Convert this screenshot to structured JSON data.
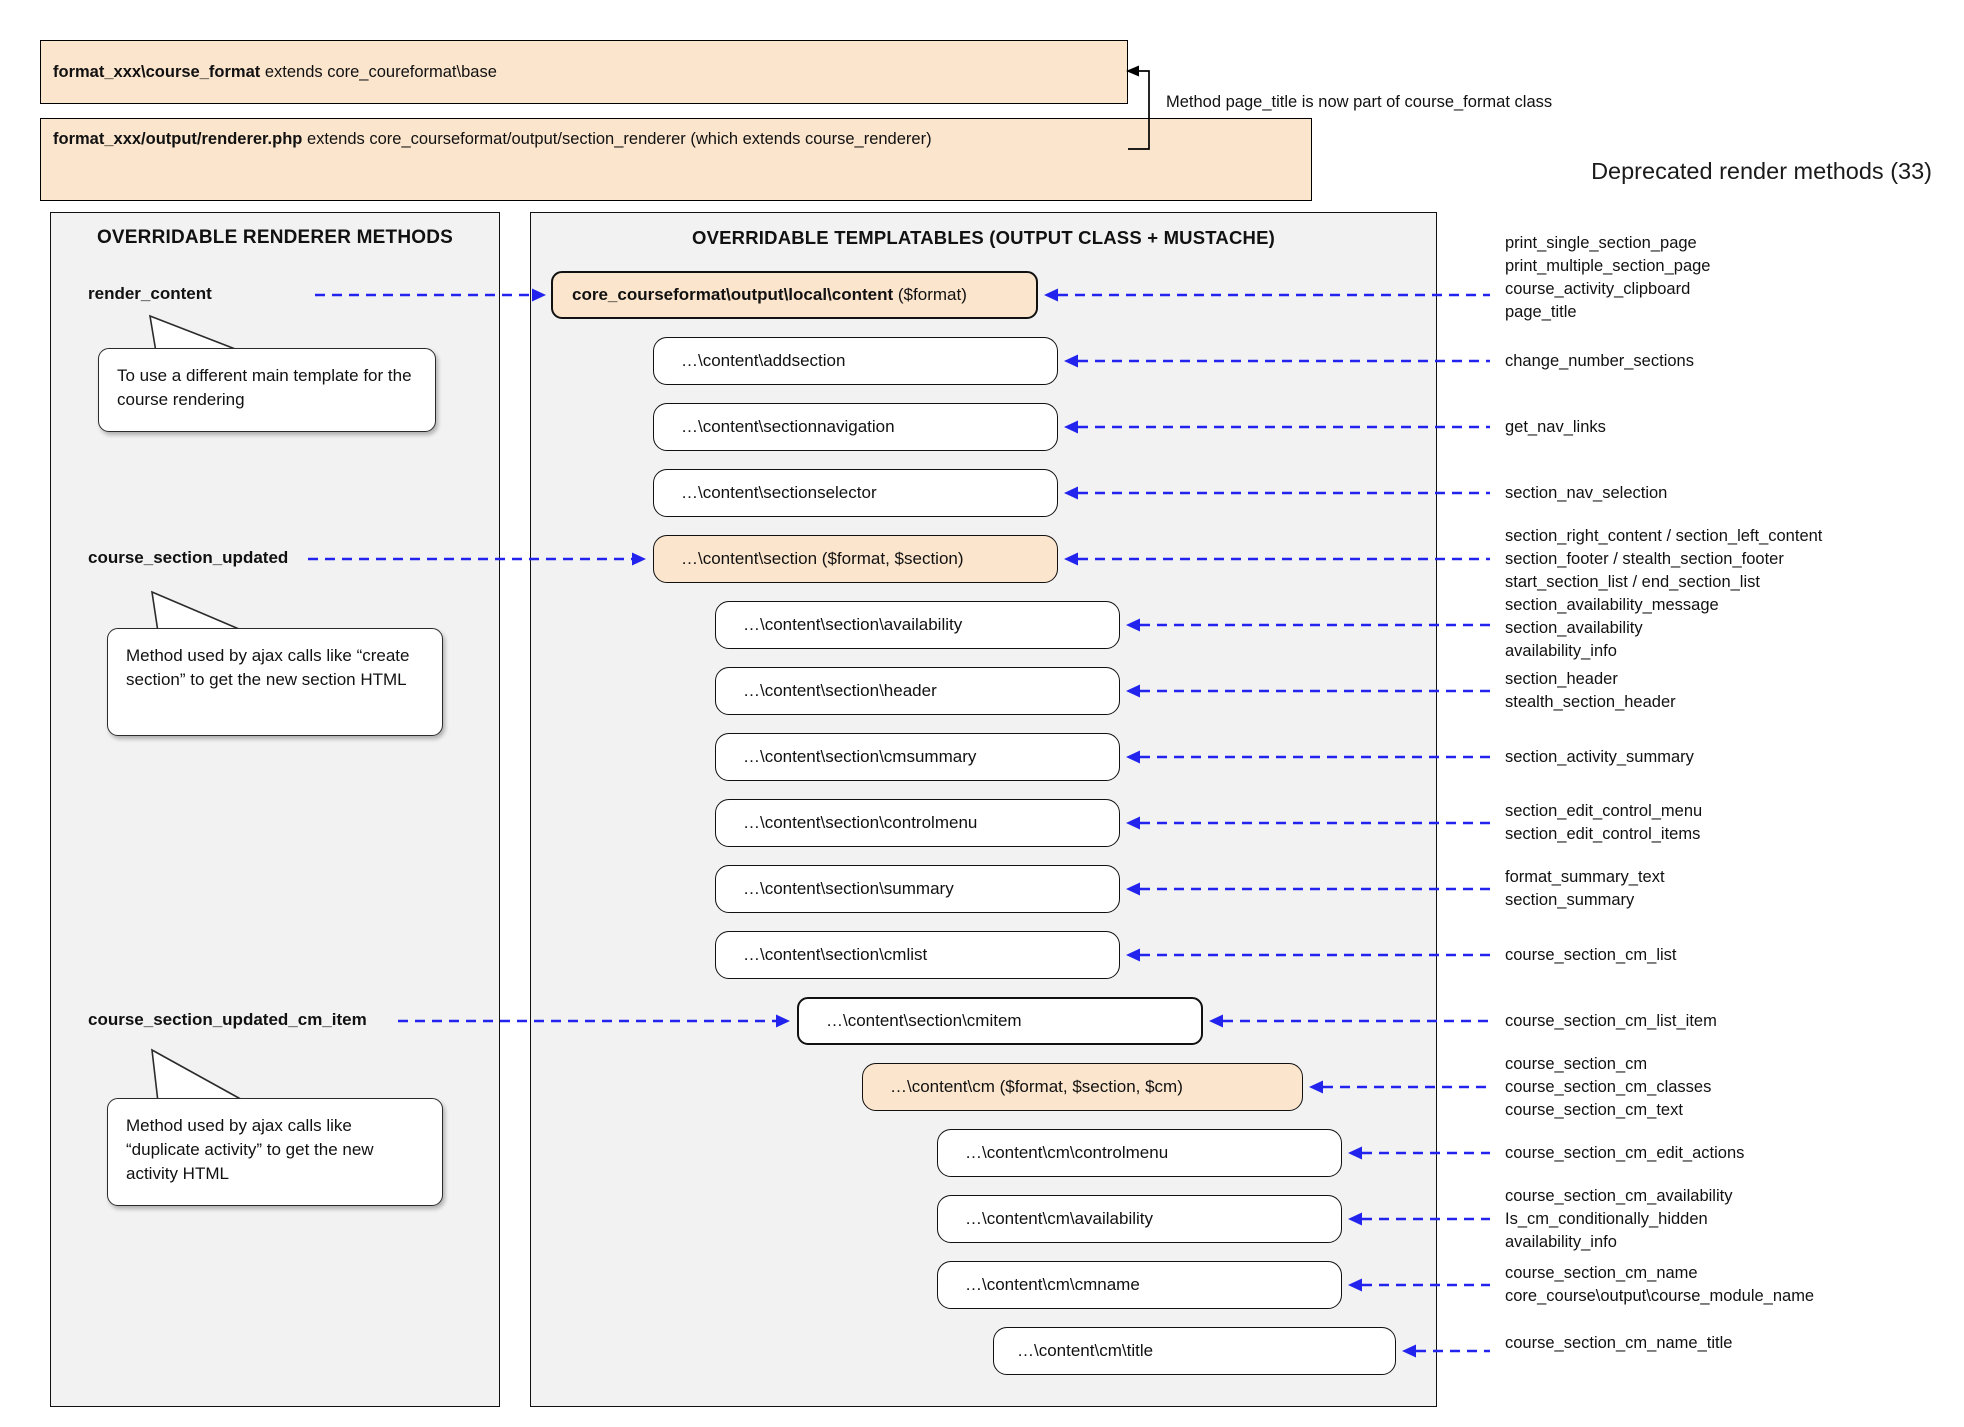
{
  "top": {
    "box1": {
      "bold": "format_xxx\\course_format",
      "rest": " extends core_coureformat\\base"
    },
    "box2": {
      "bold": "format_xxx/output/renderer.php",
      "rest": " extends core_courseformat/output/section_renderer (which extends course_renderer)"
    },
    "bracket_note": "Method page_title is now part of course_format class",
    "deprecated_heading": "Deprecated render methods (33)"
  },
  "renderer_panel": {
    "title": "OVERRIDABLE RENDERER METHODS",
    "methods": [
      {
        "label": "render_content",
        "note": "To use a different main template for the course rendering"
      },
      {
        "label": "course_section_updated",
        "note": "Method used by ajax calls like “create section” to get the new section HTML"
      },
      {
        "label": "course_section_updated_cm_item",
        "note": "Method used by ajax calls like “duplicate activity” to get the new activity HTML"
      }
    ]
  },
  "templatables_panel": {
    "title": "OVERRIDABLE TEMPLATABLES (OUTPUT CLASS + MUSTACHE)",
    "boxes": [
      {
        "bold": "core_courseformat\\output\\local\\content",
        "rest": " ($format)"
      },
      {
        "label": "…\\content\\addsection"
      },
      {
        "label": "…\\content\\sectionnavigation"
      },
      {
        "label": "…\\content\\sectionselector"
      },
      {
        "label": "…\\content\\section ($format, $section)"
      },
      {
        "label": "…\\content\\section\\availability"
      },
      {
        "label": "…\\content\\section\\header"
      },
      {
        "label": "…\\content\\section\\cmsummary"
      },
      {
        "label": "…\\content\\section\\controlmenu"
      },
      {
        "label": "…\\content\\section\\summary"
      },
      {
        "label": "…\\content\\section\\cmlist"
      },
      {
        "label": "…\\content\\section\\cmitem"
      },
      {
        "label": "…\\content\\cm ($format, $section, $cm)"
      },
      {
        "label": "…\\content\\cm\\controlmenu"
      },
      {
        "label": "…\\content\\cm\\availability"
      },
      {
        "label": "…\\content\\cm\\cmname"
      },
      {
        "label": "…\\content\\cm\\title"
      }
    ]
  },
  "deprecated": {
    "groups": [
      {
        "lines": [
          "print_single_section_page",
          "print_multiple_section_page",
          "course_activity_clipboard",
          "page_title"
        ]
      },
      {
        "lines": [
          "change_number_sections"
        ]
      },
      {
        "lines": [
          "get_nav_links"
        ]
      },
      {
        "lines": [
          "section_nav_selection"
        ]
      },
      {
        "lines": [
          "section_right_content / section_left_content",
          "section_footer / stealth_section_footer",
          "start_section_list / end_section_list"
        ]
      },
      {
        "lines": [
          "section_availability_message",
          "section_availability",
          "availability_info"
        ]
      },
      {
        "lines": [
          "section_header",
          "stealth_section_header"
        ]
      },
      {
        "lines": [
          "section_activity_summary"
        ]
      },
      {
        "lines": [
          "section_edit_control_menu",
          "section_edit_control_items"
        ]
      },
      {
        "lines": [
          "format_summary_text",
          "section_summary"
        ]
      },
      {
        "lines": [
          "course_section_cm_list"
        ]
      },
      {
        "lines": [
          "course_section_cm_list_item"
        ]
      },
      {
        "lines": [
          "course_section_cm",
          "course_section_cm_classes",
          "course_section_cm_text"
        ]
      },
      {
        "lines": [
          "course_section_cm_edit_actions"
        ]
      },
      {
        "lines": [
          "course_section_cm_availability",
          "Is_cm_conditionally_hidden",
          "availability_info"
        ]
      },
      {
        "lines": [
          "course_section_cm_name",
          "core_course\\output\\course_module_name"
        ]
      },
      {
        "lines": [
          "course_section_cm_name_title"
        ]
      }
    ]
  },
  "colors": {
    "accent_orange": "#fce5cd",
    "arrow_blue": "#2323ee",
    "panel_gray": "#f2f2f3"
  }
}
